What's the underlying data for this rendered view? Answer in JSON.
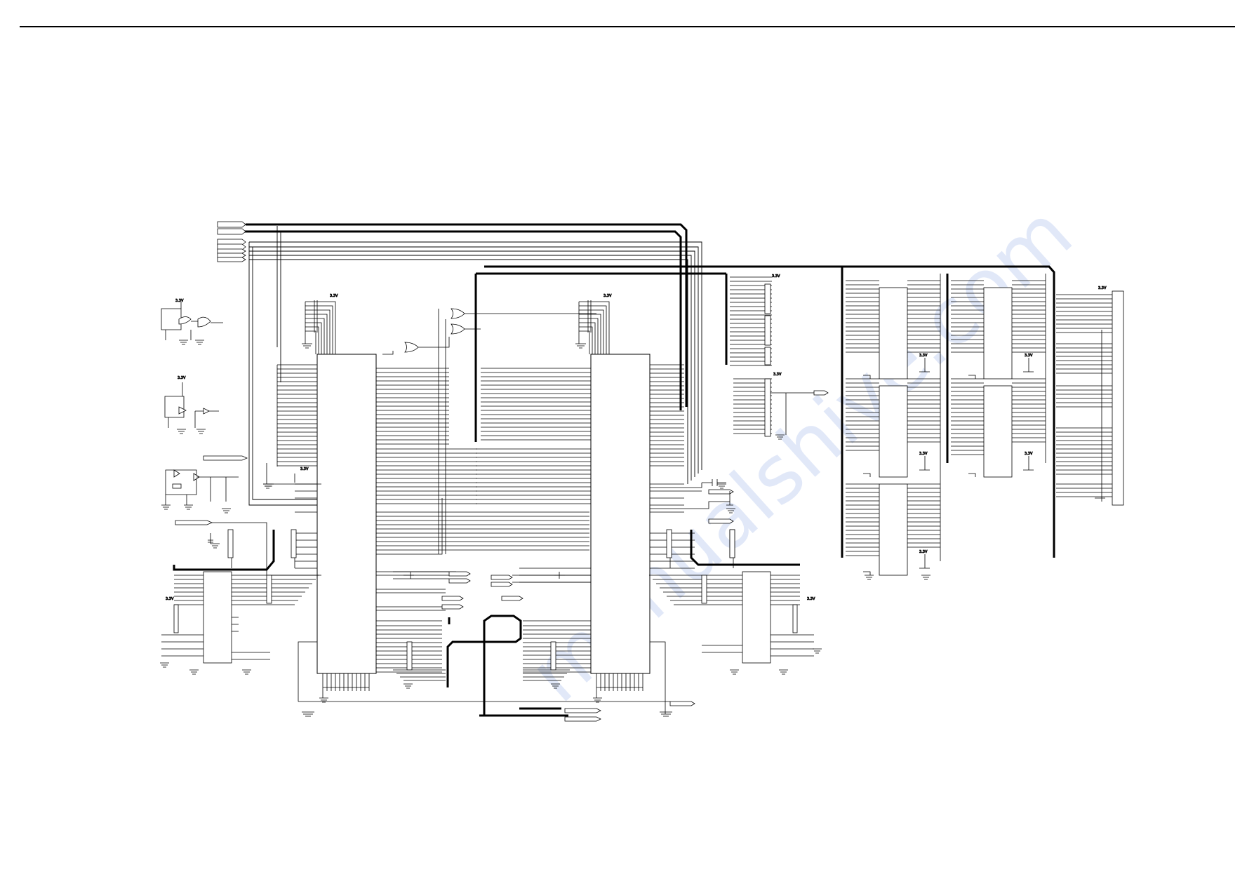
{
  "document": {
    "watermark": "manualshive.com",
    "watermark_color": "#c9d6f2",
    "ink_color": "#000000"
  },
  "labels": {
    "vcc": "3.3V",
    "ground": "GND"
  }
}
